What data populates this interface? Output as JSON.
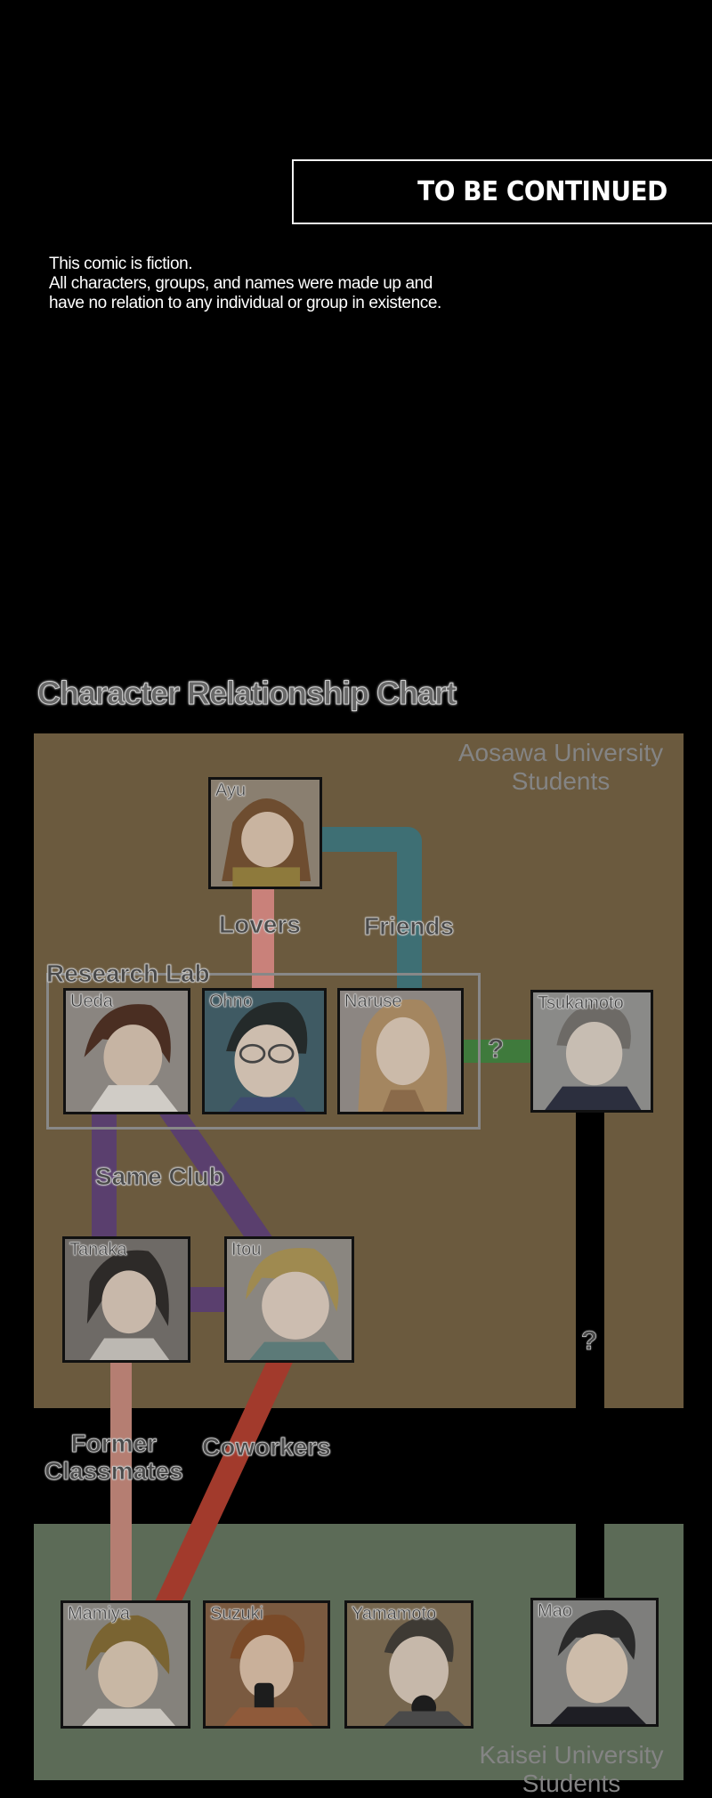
{
  "header": {
    "to_be_continued": "TO BE CONTINUED"
  },
  "disclaimer": {
    "line1": "This comic is fiction.",
    "line2": "All characters, groups, and names were made up and",
    "line3": "have no relation to any individual or group in existence."
  },
  "chart": {
    "title": "Character Relationship Chart",
    "groups": {
      "aosawa_line1": "Aosawa University",
      "aosawa_line2": "Students",
      "kaisei_line1": "Kaisei University",
      "kaisei_line2": "Students"
    },
    "relations": {
      "lovers": "Lovers",
      "friends": "Friends",
      "research_lab": "Research Lab",
      "same_club": "Same Club",
      "former_line1": "Former",
      "former_line2": "Classmates",
      "coworkers": "Coworkers",
      "unknown": "?"
    },
    "characters": {
      "ayu": "Ayu",
      "ueda": "Ueda",
      "ohno": "Ohno",
      "naruse": "Naruse",
      "tsukamoto": "Tsukamoto",
      "tanaka": "Tanaka",
      "itou": "Itou",
      "mamiya": "Mamiya",
      "suzuki": "Suzuki",
      "yamamoto": "Yamamoto",
      "mao": "Mao"
    },
    "colors": {
      "lovers": "#c9817a",
      "friends": "#3e6f74",
      "same_club": "#5a3f6e",
      "former_classmates": "#b57e72",
      "coworkers": "#a23a2c",
      "unknown_green": "#3f7a3c",
      "unknown_black": "#000000",
      "aosawa_bg": "#6b5a3e",
      "kaisei_bg": "#5c6b57"
    }
  }
}
